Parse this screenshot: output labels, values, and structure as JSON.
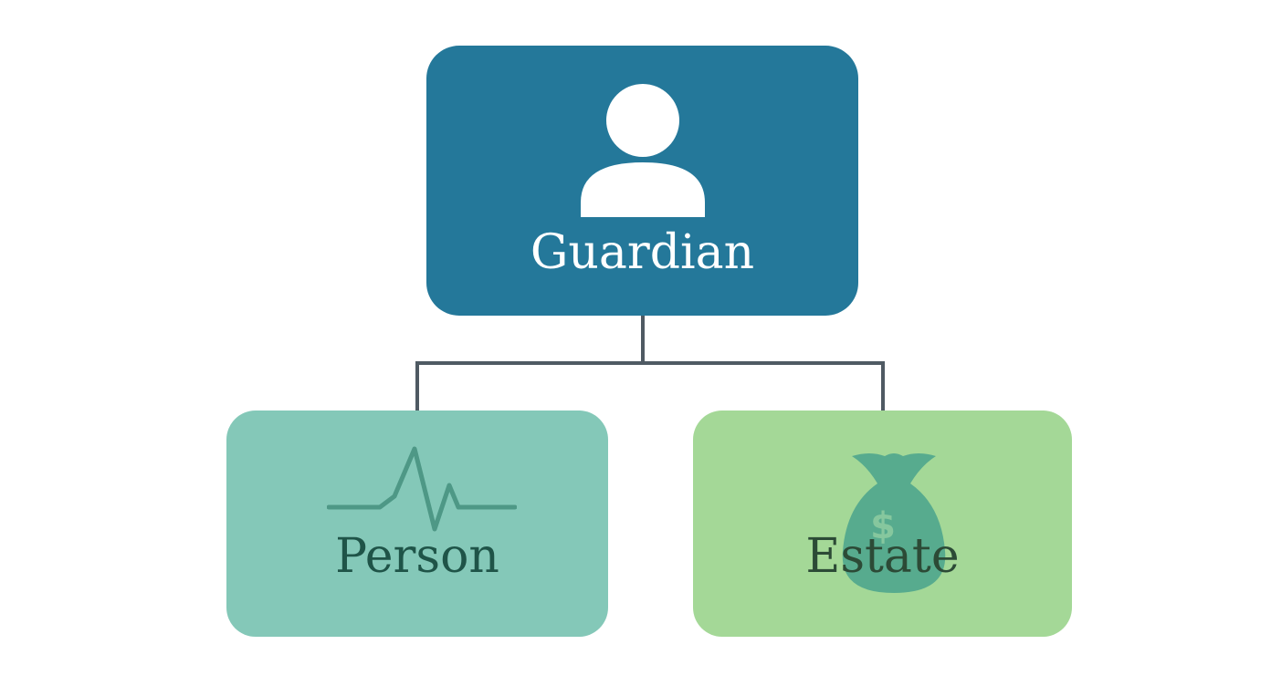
{
  "colors": {
    "guardian_fill": "#24789a",
    "person_fill": "#84c8b8",
    "estate_fill": "#a4d897",
    "connector": "#4f5a63",
    "guardian_text": "#ffffff",
    "person_text": "#1f5448",
    "estate_text": "#2c4a36",
    "heartbeat_line": "#4e9886",
    "moneybag_fill": "#57ab8e",
    "moneybag_symbol": "#86c79e"
  },
  "nodes": {
    "guardian": {
      "label": "Guardian",
      "icon": "person-icon"
    },
    "person": {
      "label": "Person",
      "icon": "heartbeat-icon"
    },
    "estate": {
      "label": "Estate",
      "icon": "money-bag-icon"
    }
  },
  "edges": [
    {
      "from": "guardian",
      "to": "person"
    },
    {
      "from": "guardian",
      "to": "estate"
    }
  ]
}
